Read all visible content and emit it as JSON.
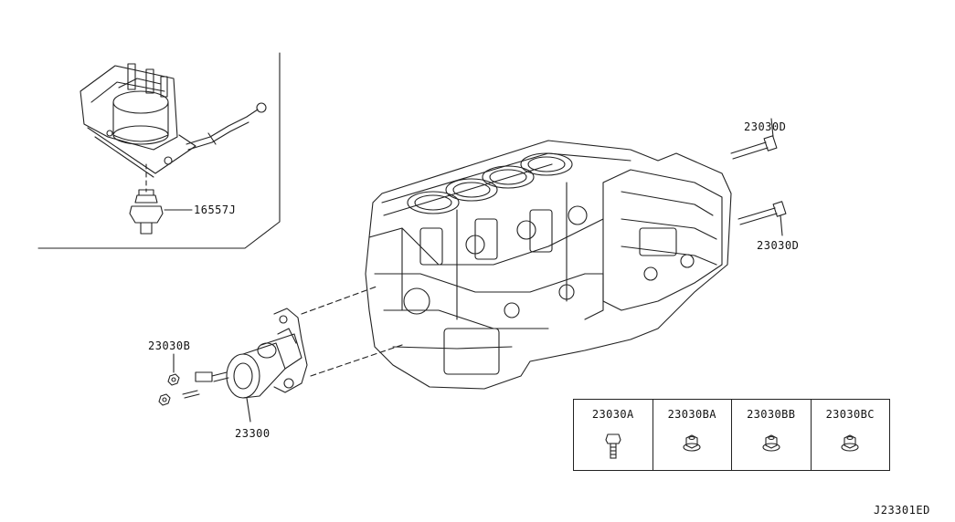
{
  "labels": {
    "ground_cable_bracket": "16557J",
    "bolt_upper": "23030D",
    "bolt_lower": "23030D",
    "nut_starter": "23030B",
    "starter_motor": "23300",
    "diagram_code": "J23301ED"
  },
  "legend": [
    {
      "code": "23030A",
      "icon": "bolt-icon"
    },
    {
      "code": "23030BA",
      "icon": "flange-nut-icon"
    },
    {
      "code": "23030BB",
      "icon": "flange-nut-icon"
    },
    {
      "code": "23030BC",
      "icon": "flange-nut-icon"
    }
  ],
  "colors": {
    "line": "#222222",
    "background": "#ffffff"
  }
}
